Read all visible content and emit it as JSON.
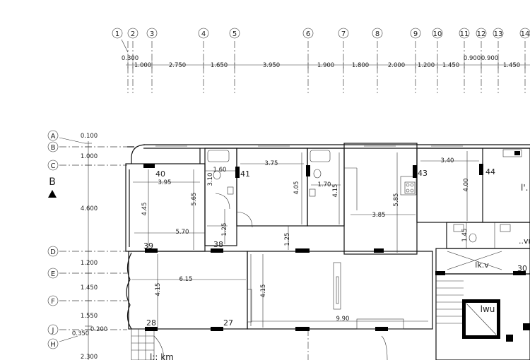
{
  "grid_top": [
    "1",
    "2",
    "3",
    "4",
    "5",
    "6",
    "7",
    "8",
    "9",
    "10",
    "11",
    "12",
    "13",
    "14"
  ],
  "grid_left": [
    "A",
    "B",
    "C",
    "D",
    "E",
    "F",
    "J",
    "H"
  ],
  "dims_top": [
    "0.300",
    "1.000",
    "2.750",
    "1.650",
    "3.950",
    "1.900",
    "1.800",
    "2.000",
    "1.200",
    "1.450",
    "0.900",
    "0.900",
    "1.450"
  ],
  "dims_left": [
    "0.100",
    "1.000",
    "4.600",
    "1.200",
    "1.450",
    "1.550",
    "0.350",
    "0.200",
    "2.300"
  ],
  "section_mark": "B",
  "room_numbers": [
    "40",
    "41",
    "43",
    "44",
    "39",
    "38",
    "30",
    "28",
    "27"
  ],
  "room_dims": [
    "3.95",
    "4.45",
    "5.65",
    "5.70",
    "1.60",
    "3.10",
    "3.75",
    "4.05",
    "1.70",
    "4.15",
    "5.85",
    "3.85",
    "3.40",
    "4.00",
    "1.45",
    "1.25",
    "1.25",
    "6.15",
    "4.15",
    "4.15",
    "9.90"
  ],
  "fragments": [
    "lk.v",
    "lwu",
    "..vm",
    "l'.",
    "l:: km"
  ]
}
